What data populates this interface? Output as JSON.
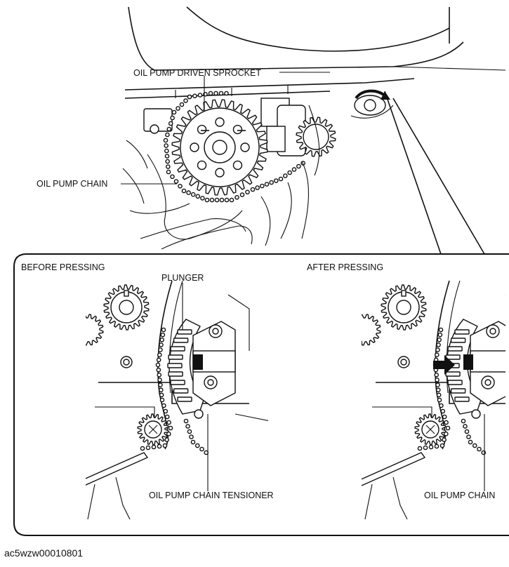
{
  "labels": {
    "driven_sprocket": "OIL PUMP DRIVEN SPROCKET",
    "chain": "OIL PUMP CHAIN",
    "before": "BEFORE PRESSING",
    "after": "AFTER PRESSING",
    "plunger": "PLUNGER",
    "tensioner": "OIL PUMP CHAIN TENSIONER",
    "chain_right": "OIL PUMP CHAIN"
  },
  "caption": "ac5wzw00010801",
  "colors": {
    "ink": "#111111",
    "paper": "#ffffff"
  }
}
